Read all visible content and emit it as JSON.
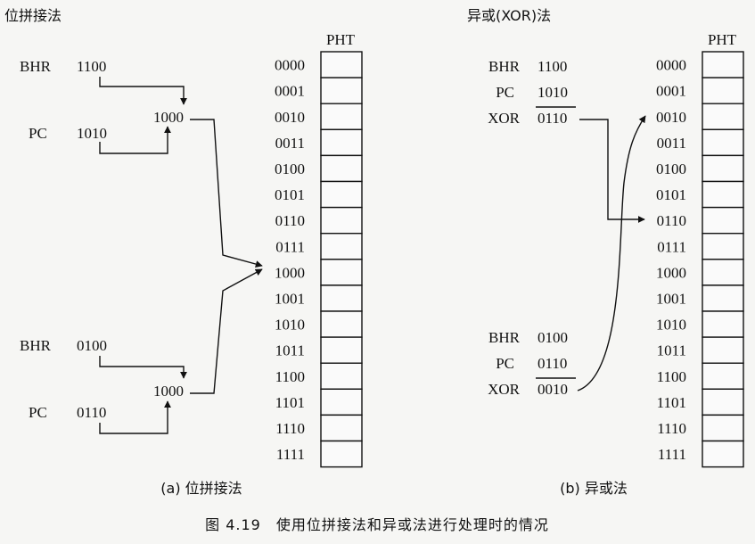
{
  "left": {
    "title": "位拼接法",
    "pht_label": "PHT",
    "caption": "(a) 位拼接法",
    "ex1": {
      "bhr_label": "BHR",
      "bhr_value": "1100",
      "pc_label": "PC",
      "pc_value": "1010",
      "result": "1000"
    },
    "ex2": {
      "bhr_label": "BHR",
      "bhr_value": "0100",
      "pc_label": "PC",
      "pc_value": "0110",
      "result": "1000"
    }
  },
  "right": {
    "title": "异或(XOR)法",
    "pht_label": "PHT",
    "caption": "(b) 异或法",
    "ex1": {
      "bhr_label": "BHR",
      "bhr_value": "1100",
      "pc_label": "PC",
      "pc_value": "1010",
      "xor_label": "XOR",
      "xor_value": "0110"
    },
    "ex2": {
      "bhr_label": "BHR",
      "bhr_value": "0100",
      "pc_label": "PC",
      "pc_value": "0110",
      "xor_label": "XOR",
      "xor_value": "0010"
    }
  },
  "indices": [
    "0000",
    "0001",
    "0010",
    "0011",
    "0100",
    "0101",
    "0110",
    "0111",
    "1000",
    "1001",
    "1010",
    "1011",
    "1100",
    "1101",
    "1110",
    "1111"
  ],
  "figure_caption": "图 4.19　使用位拼接法和异或法进行处理时的情况"
}
